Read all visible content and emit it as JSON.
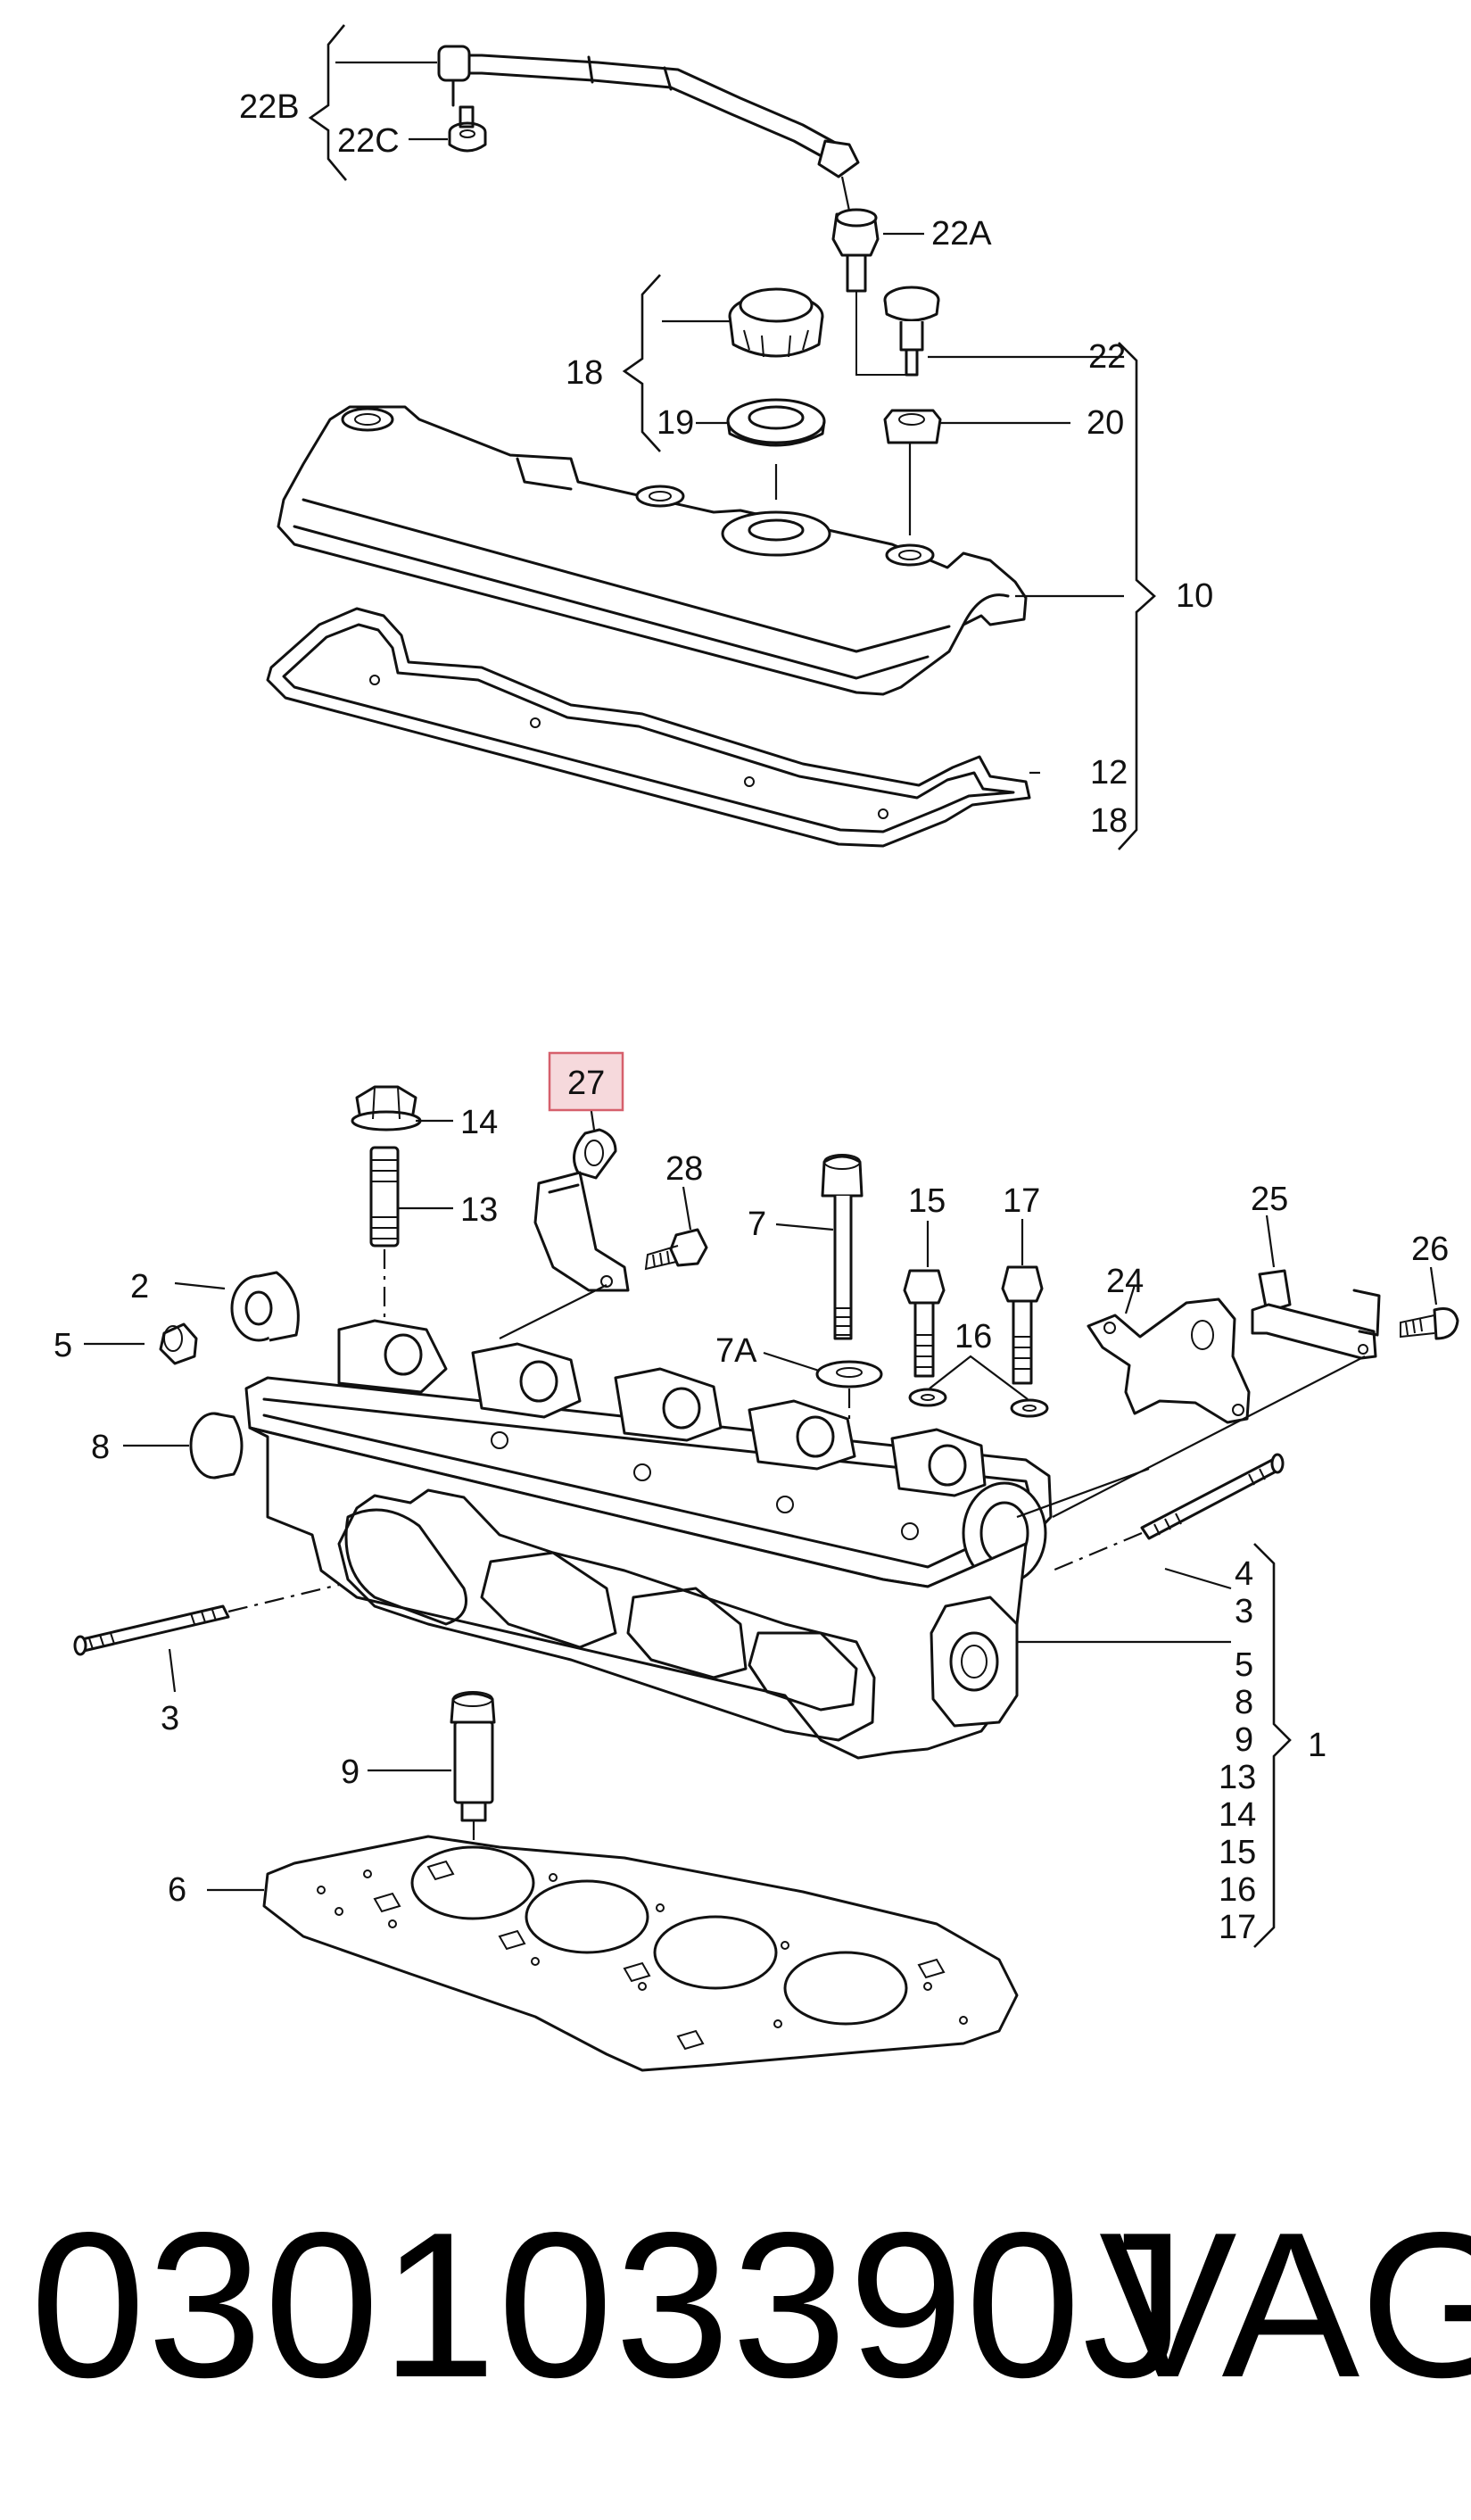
{
  "callouts": {
    "c22b": "22B",
    "c22c": "22C",
    "c22a": "22A",
    "c22": "22",
    "c20": "20",
    "c18a": "18",
    "c19": "19",
    "c10": "10",
    "c12": "12",
    "c18b": "18",
    "c27": "27",
    "c14": "14",
    "c13": "13",
    "c28": "28",
    "c7": "7",
    "c15": "15",
    "c17": "17",
    "c25": "25",
    "c26": "26",
    "c2": "2",
    "c24": "24",
    "c5": "5",
    "c16": "16",
    "c7a": "7A",
    "c8": "8",
    "c4": "4",
    "c3r": "3",
    "c5r": "5",
    "c8r": "8",
    "c9r": "9",
    "c13r": "13",
    "c14r": "14",
    "c15r": "15",
    "c16r": "16",
    "c17r": "17",
    "c1": "1",
    "c3": "3",
    "c9": "9",
    "c6": "6"
  },
  "highlight": {
    "callout": "27",
    "stroke_color": "#d6606c",
    "fill_color": "#f6d9dc"
  },
  "footer": {
    "part_number": "030103390J",
    "brand": "VAG"
  }
}
